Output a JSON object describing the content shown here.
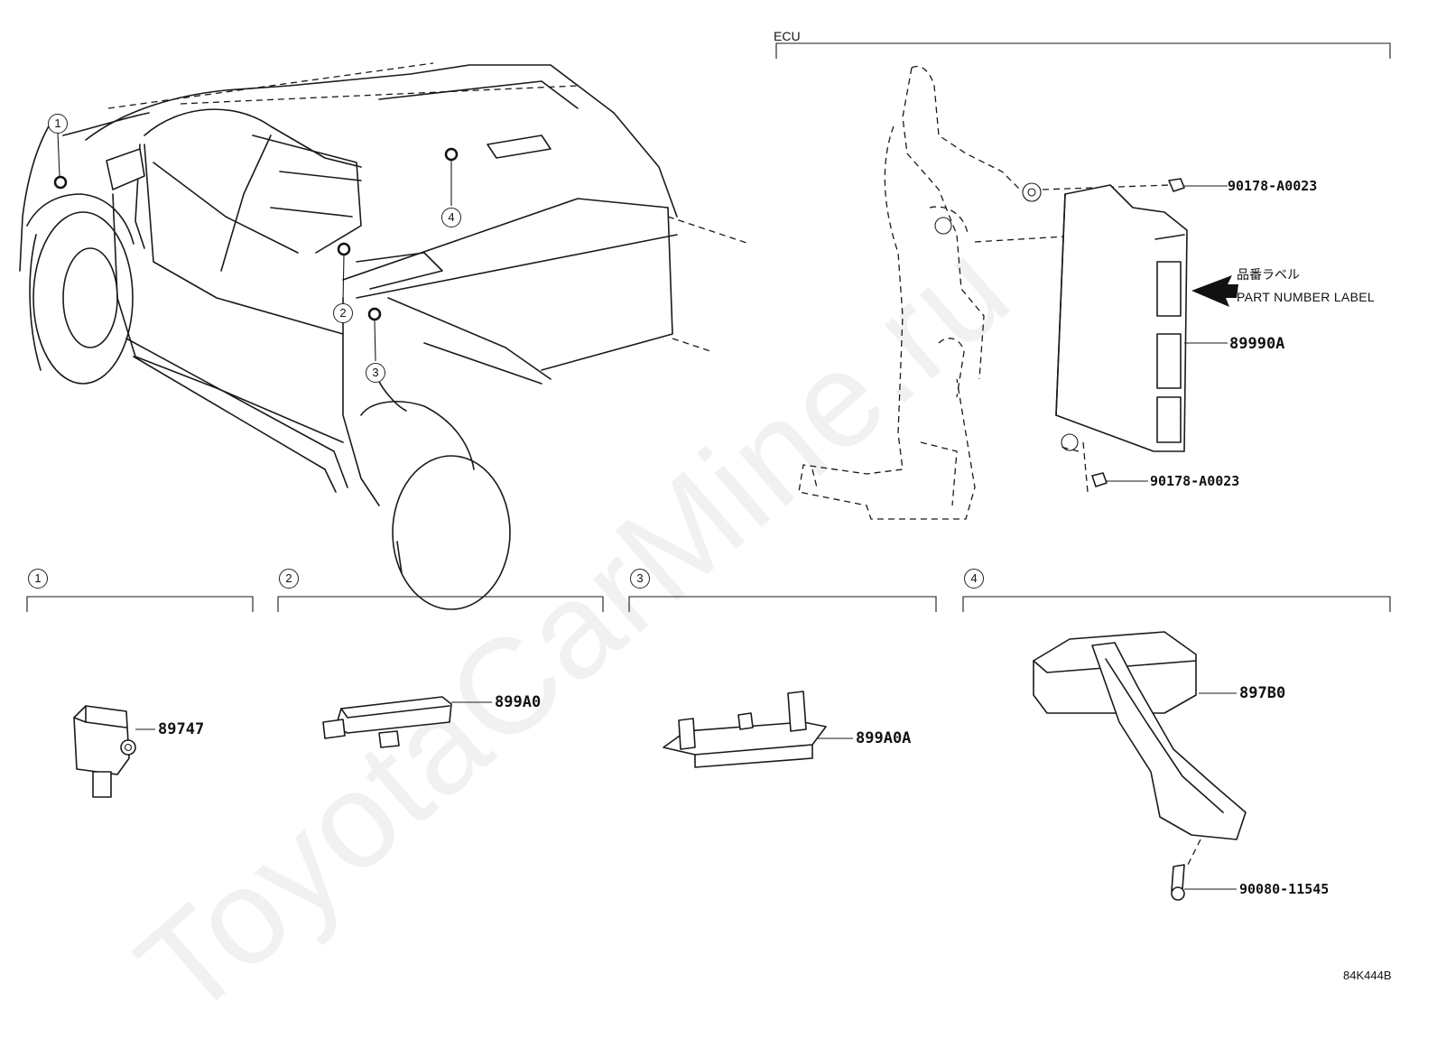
{
  "ecu": {
    "section_label": "ECU",
    "part_number_label_jp": "品番ラベル",
    "part_number_label_en": "PART NUMBER LABEL",
    "parts": {
      "nut_top": "90178-A0023",
      "ecu_unit": "89990A",
      "nut_bottom": "90178-A0023"
    }
  },
  "vehicle": {
    "callouts": [
      "1",
      "2",
      "3",
      "4"
    ]
  },
  "sections": [
    {
      "number": "1",
      "part": "89747"
    },
    {
      "number": "2",
      "part": "899A0"
    },
    {
      "number": "3",
      "part": "899A0A"
    },
    {
      "number": "4",
      "part": "897B0",
      "screw": "90080-11545"
    }
  ],
  "diagram_code": "84K444B",
  "watermark": "ToyotaCarMine.ru"
}
